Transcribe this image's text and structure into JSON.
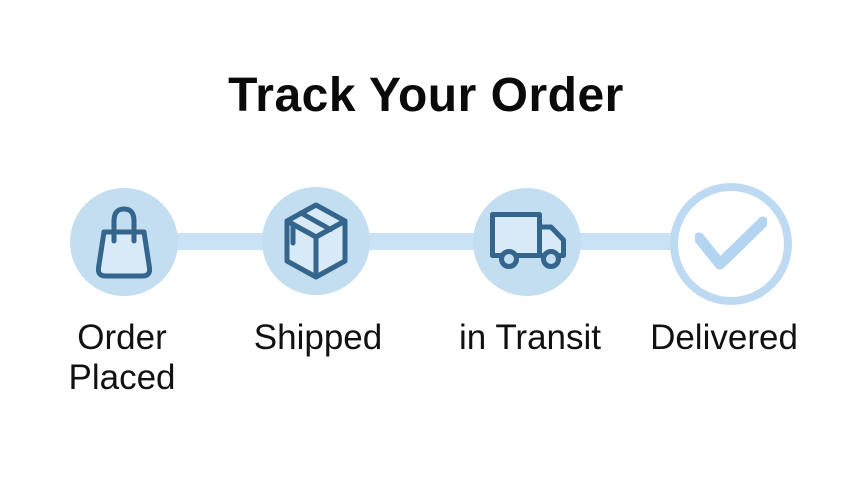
{
  "title": "Track Your Order",
  "steps": [
    {
      "label": "Order Placed",
      "icon": "shopping-bag",
      "state": "filled"
    },
    {
      "label": "Shipped",
      "icon": "package-box",
      "state": "filled"
    },
    {
      "label": "in Transit",
      "icon": "delivery-truck",
      "state": "filled"
    },
    {
      "label": "Delivered",
      "icon": "checkmark",
      "state": "outlined"
    }
  ],
  "colors": {
    "background": "#ffffff",
    "title_color": "#0a0a0a",
    "label_color": "#111111",
    "circle_fill": "#c3ddf1",
    "connector": "#c9e2f5",
    "icon_stroke": "#34658c",
    "icon_fill": "#d8eaf8",
    "delivered_ring": "#bedaf3",
    "delivered_check": "#b4d5f2"
  }
}
